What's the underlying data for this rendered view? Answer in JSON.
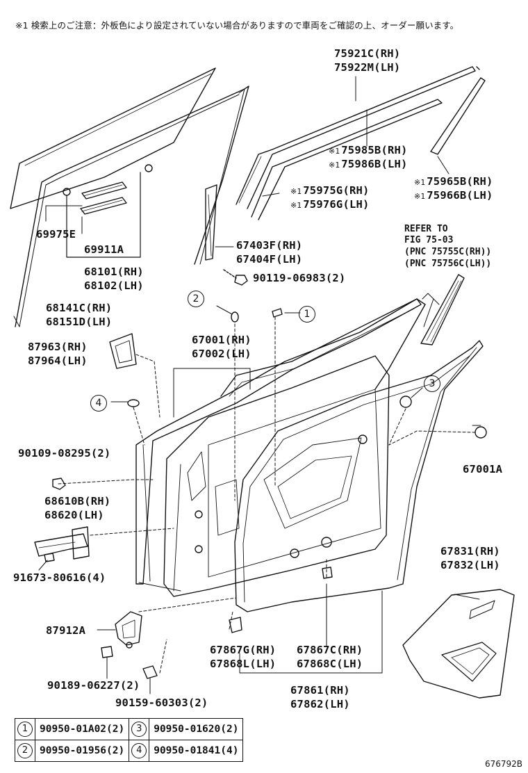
{
  "note": "※1 検索上のご注意：外板色により設定されていない場合がありますので車両をご確認の上、オーダー願います。",
  "figure_id": "676792B",
  "labels": {
    "l75921c": "75921C(RH)",
    "l75922m": "75922M(LH)",
    "l75985b": "75985B(RH)",
    "l75986b": "75986B(LH)",
    "l75965b": "75965B(RH)",
    "l75966b": "75966B(LH)",
    "l75975g": "75975G(RH)",
    "l75976g": "75976G(LH)",
    "l69975e": "69975E",
    "l69911a": "69911A",
    "l68101": "68101(RH)",
    "l68102": "68102(LH)",
    "l67403f": "67403F(RH)",
    "l67404f": "67404F(LH)",
    "l90119": "90119-06983(2)",
    "l68141c": "68141C(RH)",
    "l68151d": "68151D(LH)",
    "l87963": "87963(RH)",
    "l87964": "87964(LH)",
    "l67001": "67001(RH)",
    "l67002": "67002(LH)",
    "l67001a": "67001A",
    "l90109": "90109-08295(2)",
    "l68610b": "68610B(RH)",
    "l68620": "68620(LH)",
    "l91673": "91673-80616(4)",
    "l67831": "67831(RH)",
    "l67832": "67832(LH)",
    "l87912a": "87912A",
    "l67867g": "67867G(RH)",
    "l67868l": "67868L(LH)",
    "l67867c": "67867C(RH)",
    "l67868c": "67868C(LH)",
    "l90189": "90189-06227(2)",
    "l90159": "90159-60303(2)",
    "l67861": "67861(RH)",
    "l67862": "67862(LH)"
  },
  "refer": {
    "line1": "REFER TO",
    "line2": "FIG 75-03",
    "line3": "(PNC 75755C(RH))",
    "line4": "(PNC 75756C(LH))"
  },
  "mark": "※1",
  "callouts": {
    "c1": "1",
    "c2": "2",
    "c3": "3",
    "c4": "4"
  },
  "legend": [
    {
      "n1": "1",
      "p1": "90950-01A02(2)",
      "n2": "3",
      "p2": "90950-01620(2)"
    },
    {
      "n1": "2",
      "p1": "90950-01956(2)",
      "n2": "4",
      "p2": "90950-01841(4)"
    }
  ]
}
